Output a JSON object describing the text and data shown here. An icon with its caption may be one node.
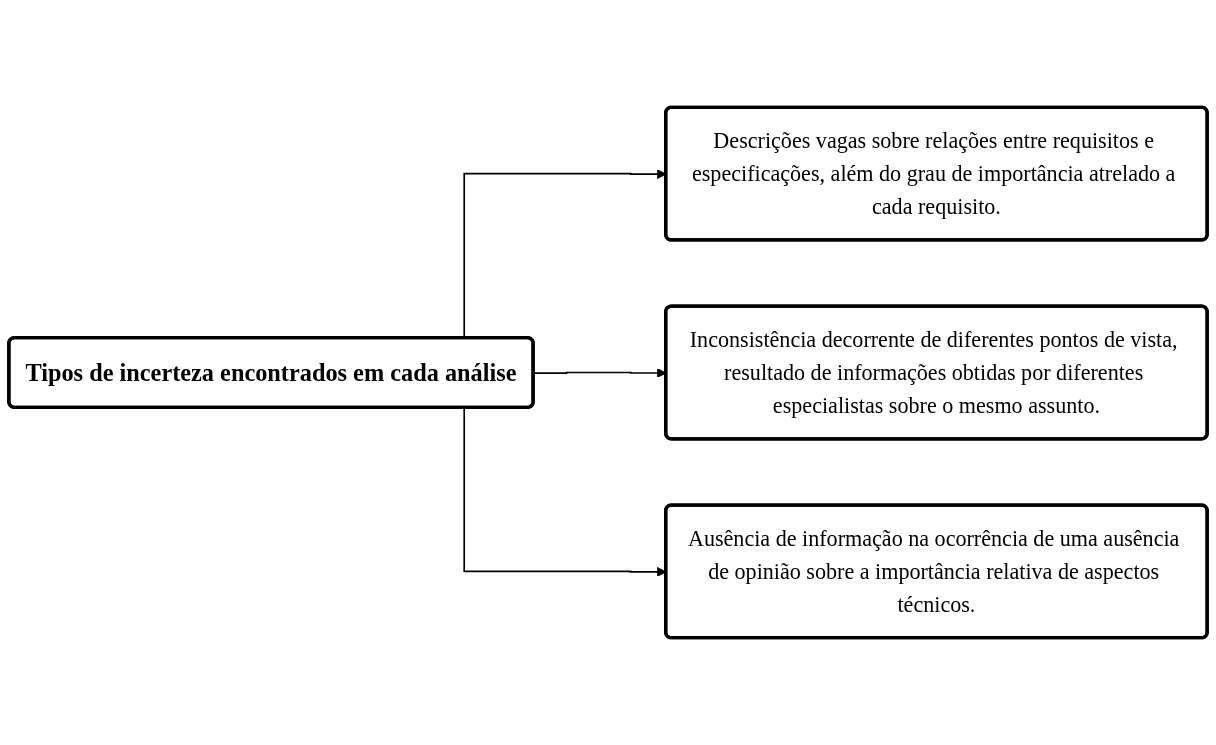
{
  "diagram": {
    "nodes": [
      {
        "text": [
          "Tipos de incerteza encontrados em cada análise"
        ]
      },
      {
        "text": [
          "Descrições vagas sobre relações entre requisitos e especificações, além do grau de importância atrelado a cada requisito."
        ]
      },
      {
        "text": [
          "Inconsistência decorrente de diferentes pontos de vista, resultado de informações obtidas por diferentes especialistas sobre o mesmo assunto."
        ]
      },
      {
        "text": [
          "Ausência de informação na ocorrência de uma ausência de opinião sobre a importância relativa de aspectos técnicos."
        ]
      }
    ],
    "edges": [
      {
        "from": 0,
        "to": 1,
        "arrow": "to"
      },
      {
        "from": 0,
        "to": 2,
        "arrow": "to"
      },
      {
        "from": 0,
        "to": 3,
        "arrow": "to"
      }
    ]
  }
}
